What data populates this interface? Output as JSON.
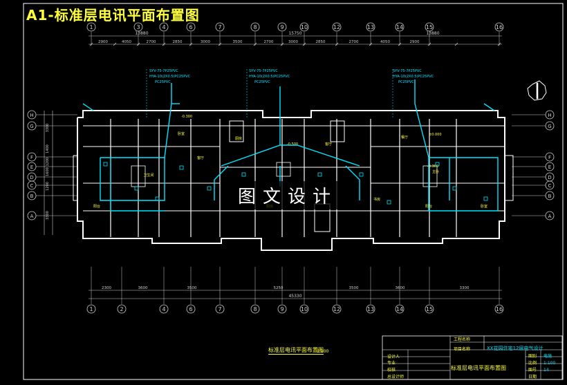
{
  "title": "A1-标准层电讯平面布置图",
  "watermark": "图文设计",
  "plan_caption": "标准层电讯平面布置图",
  "plan_scale": "1:100",
  "grid": {
    "axis_top": [
      "1",
      "3",
      "4",
      "6",
      "7",
      "8",
      "9",
      "10",
      "12",
      "13",
      "14",
      "15",
      "16"
    ],
    "axis_bottom": [
      "1",
      "2",
      "4",
      "6",
      "7",
      "8",
      "9",
      "10",
      "12",
      "13",
      "14",
      "15",
      "16"
    ],
    "axis_left": [
      "H",
      "G",
      "F",
      "E",
      "D",
      "C",
      "B",
      "A"
    ],
    "axis_right": [
      "H",
      "G",
      "F",
      "E",
      "D",
      "C",
      "B",
      "A"
    ],
    "dims_top_overall": [
      "13880",
      "15750",
      "13880"
    ],
    "dims_top": [
      "2900",
      "4050",
      "2700",
      "2850",
      "3000",
      "3500",
      "2700",
      "3000",
      "2850",
      "2700",
      "4050",
      "2900"
    ],
    "dims_bottom": [
      "2300",
      "3600",
      "3500",
      "5250",
      "3500",
      "3600",
      "3300"
    ],
    "dims_bottom_overall": "45330",
    "dims_left": [
      "3300",
      "1400",
      "1200",
      "1600",
      "1200",
      "3300"
    ]
  },
  "wiring_notes": [
    {
      "l1": "SYV-75-7P25PVC",
      "l2": "HYA-10(2X0.5)PC25PVC",
      "l3": "PC25PVC"
    },
    {
      "l1": "SYV-75-7P25PVC",
      "l2": "HYA-10(2X0.5)PC25PVC",
      "l3": "PC25PVC"
    },
    {
      "l1": "SYV-75-7P25PVC",
      "l2": "HYA-10(2X0.5)PC25PVC",
      "l3": "PC25PVC"
    }
  ],
  "room_labels": [
    "卧室",
    "厨房",
    "客厅",
    "阳台",
    "卫生间",
    "餐厅",
    "主卧",
    "书房"
  ],
  "level_marks": [
    "-0.300",
    "-0.500",
    "±0.000"
  ],
  "title_block": {
    "project_label": "工程名称",
    "project_value": "XX花园住宅12层电气设计",
    "item_label": "项目名称",
    "drawing_name": "标准层电讯平面布置图",
    "roles": [
      "设计人",
      "专业",
      "校核",
      "总设计师"
    ],
    "right_labels": [
      "图别",
      "比例",
      "图号",
      "日期"
    ],
    "right_values": [
      "电施",
      "1:100",
      "14",
      ""
    ]
  },
  "colors": {
    "background": "#000000",
    "walls": "#ffffff",
    "wiring": "#00e5ff",
    "annotations": "#ffff3a",
    "grid_lines": "#d0d0d0"
  }
}
